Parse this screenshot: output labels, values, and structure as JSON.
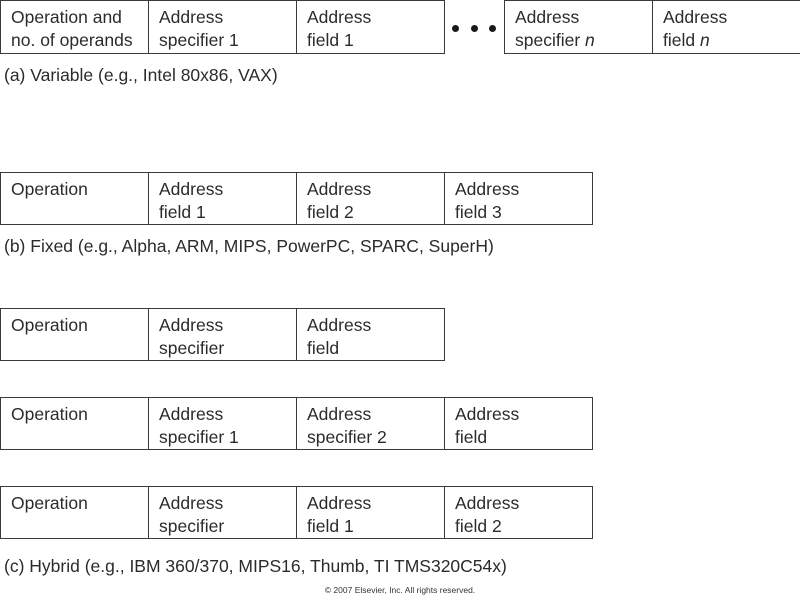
{
  "variable": {
    "group1": [
      [
        "Operation and",
        "no. of operands"
      ],
      [
        "Address",
        "specifier 1"
      ],
      [
        "Address",
        "field 1"
      ]
    ],
    "group2": [
      {
        "l1": "Address",
        "l2": "specifier ",
        "l2_italic": "n"
      },
      {
        "l1": "Address",
        "l2": "field ",
        "l2_italic": "n"
      }
    ],
    "caption": "(a) Variable (e.g., Intel 80x86, VAX)"
  },
  "fixed": {
    "cells": [
      [
        "Operation",
        ""
      ],
      [
        "Address",
        "field 1"
      ],
      [
        "Address",
        "field 2"
      ],
      [
        "Address",
        "field 3"
      ]
    ],
    "caption": "(b) Fixed (e.g., Alpha, ARM, MIPS, PowerPC, SPARC, SuperH)"
  },
  "hybrid": {
    "formats": [
      [
        [
          "Operation",
          ""
        ],
        [
          "Address",
          "specifier"
        ],
        [
          "Address",
          "field"
        ]
      ],
      [
        [
          "Operation",
          ""
        ],
        [
          "Address",
          "specifier 1"
        ],
        [
          "Address",
          "specifier 2"
        ],
        [
          "Address",
          "field"
        ]
      ],
      [
        [
          "Operation",
          ""
        ],
        [
          "Address",
          "specifier"
        ],
        [
          "Address",
          "field 1"
        ],
        [
          "Address",
          "field 2"
        ]
      ]
    ],
    "caption": "(c) Hybrid (e.g., IBM 360/370,  MIPS16, Thumb, TI TMS320C54x)"
  },
  "copyright": "© 2007 Elsevier, Inc. All rights reserved."
}
